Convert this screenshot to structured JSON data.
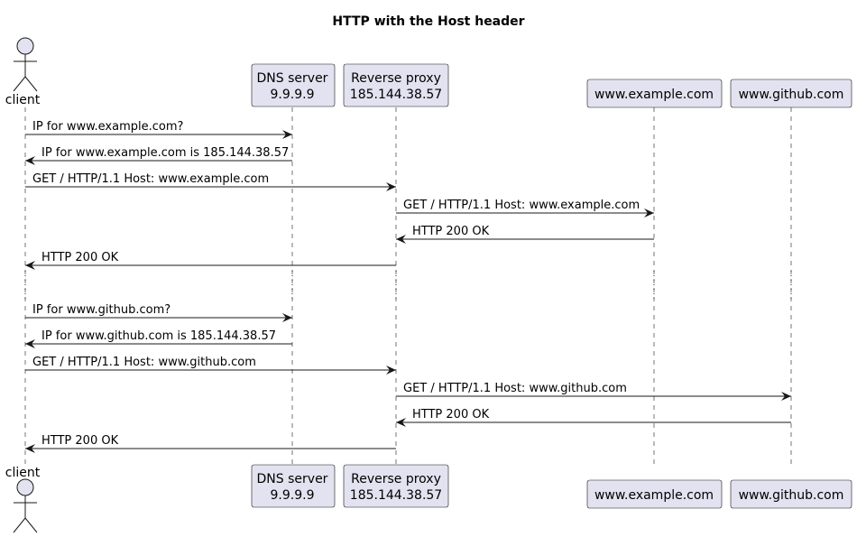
{
  "title": "HTTP with the Host header",
  "colors": {
    "participant_fill": "#E2E2F0",
    "line": "#181818",
    "background": "#FFFFFF"
  },
  "participants": [
    {
      "id": "client",
      "kind": "actor",
      "lines": [
        "client"
      ]
    },
    {
      "id": "dns",
      "kind": "box",
      "lines": [
        "DNS server",
        "9.9.9.9"
      ]
    },
    {
      "id": "proxy",
      "kind": "box",
      "lines": [
        "Reverse proxy",
        "185.144.38.57"
      ]
    },
    {
      "id": "example",
      "kind": "box",
      "lines": [
        "www.example.com"
      ]
    },
    {
      "id": "github",
      "kind": "box",
      "lines": [
        "www.github.com"
      ]
    }
  ],
  "messages": [
    {
      "from": "client",
      "to": "dns",
      "label": "IP for www.example.com?"
    },
    {
      "from": "dns",
      "to": "client",
      "label": "IP for www.example.com is 185.144.38.57"
    },
    {
      "from": "client",
      "to": "proxy",
      "label": "GET / HTTP/1.1 Host: www.example.com"
    },
    {
      "from": "proxy",
      "to": "example",
      "label": "GET / HTTP/1.1 Host: www.example.com"
    },
    {
      "from": "example",
      "to": "proxy",
      "label": "HTTP 200 OK"
    },
    {
      "from": "proxy",
      "to": "client",
      "label": "HTTP 200 OK"
    },
    {
      "divider": true
    },
    {
      "from": "client",
      "to": "dns",
      "label": "IP for www.github.com?"
    },
    {
      "from": "dns",
      "to": "client",
      "label": "IP for www.github.com is 185.144.38.57"
    },
    {
      "from": "client",
      "to": "proxy",
      "label": "GET / HTTP/1.1 Host: www.github.com"
    },
    {
      "from": "proxy",
      "to": "github",
      "label": "GET / HTTP/1.1 Host: www.github.com"
    },
    {
      "from": "github",
      "to": "proxy",
      "label": "HTTP 200 OK"
    },
    {
      "from": "proxy",
      "to": "client",
      "label": "HTTP 200 OK"
    }
  ]
}
